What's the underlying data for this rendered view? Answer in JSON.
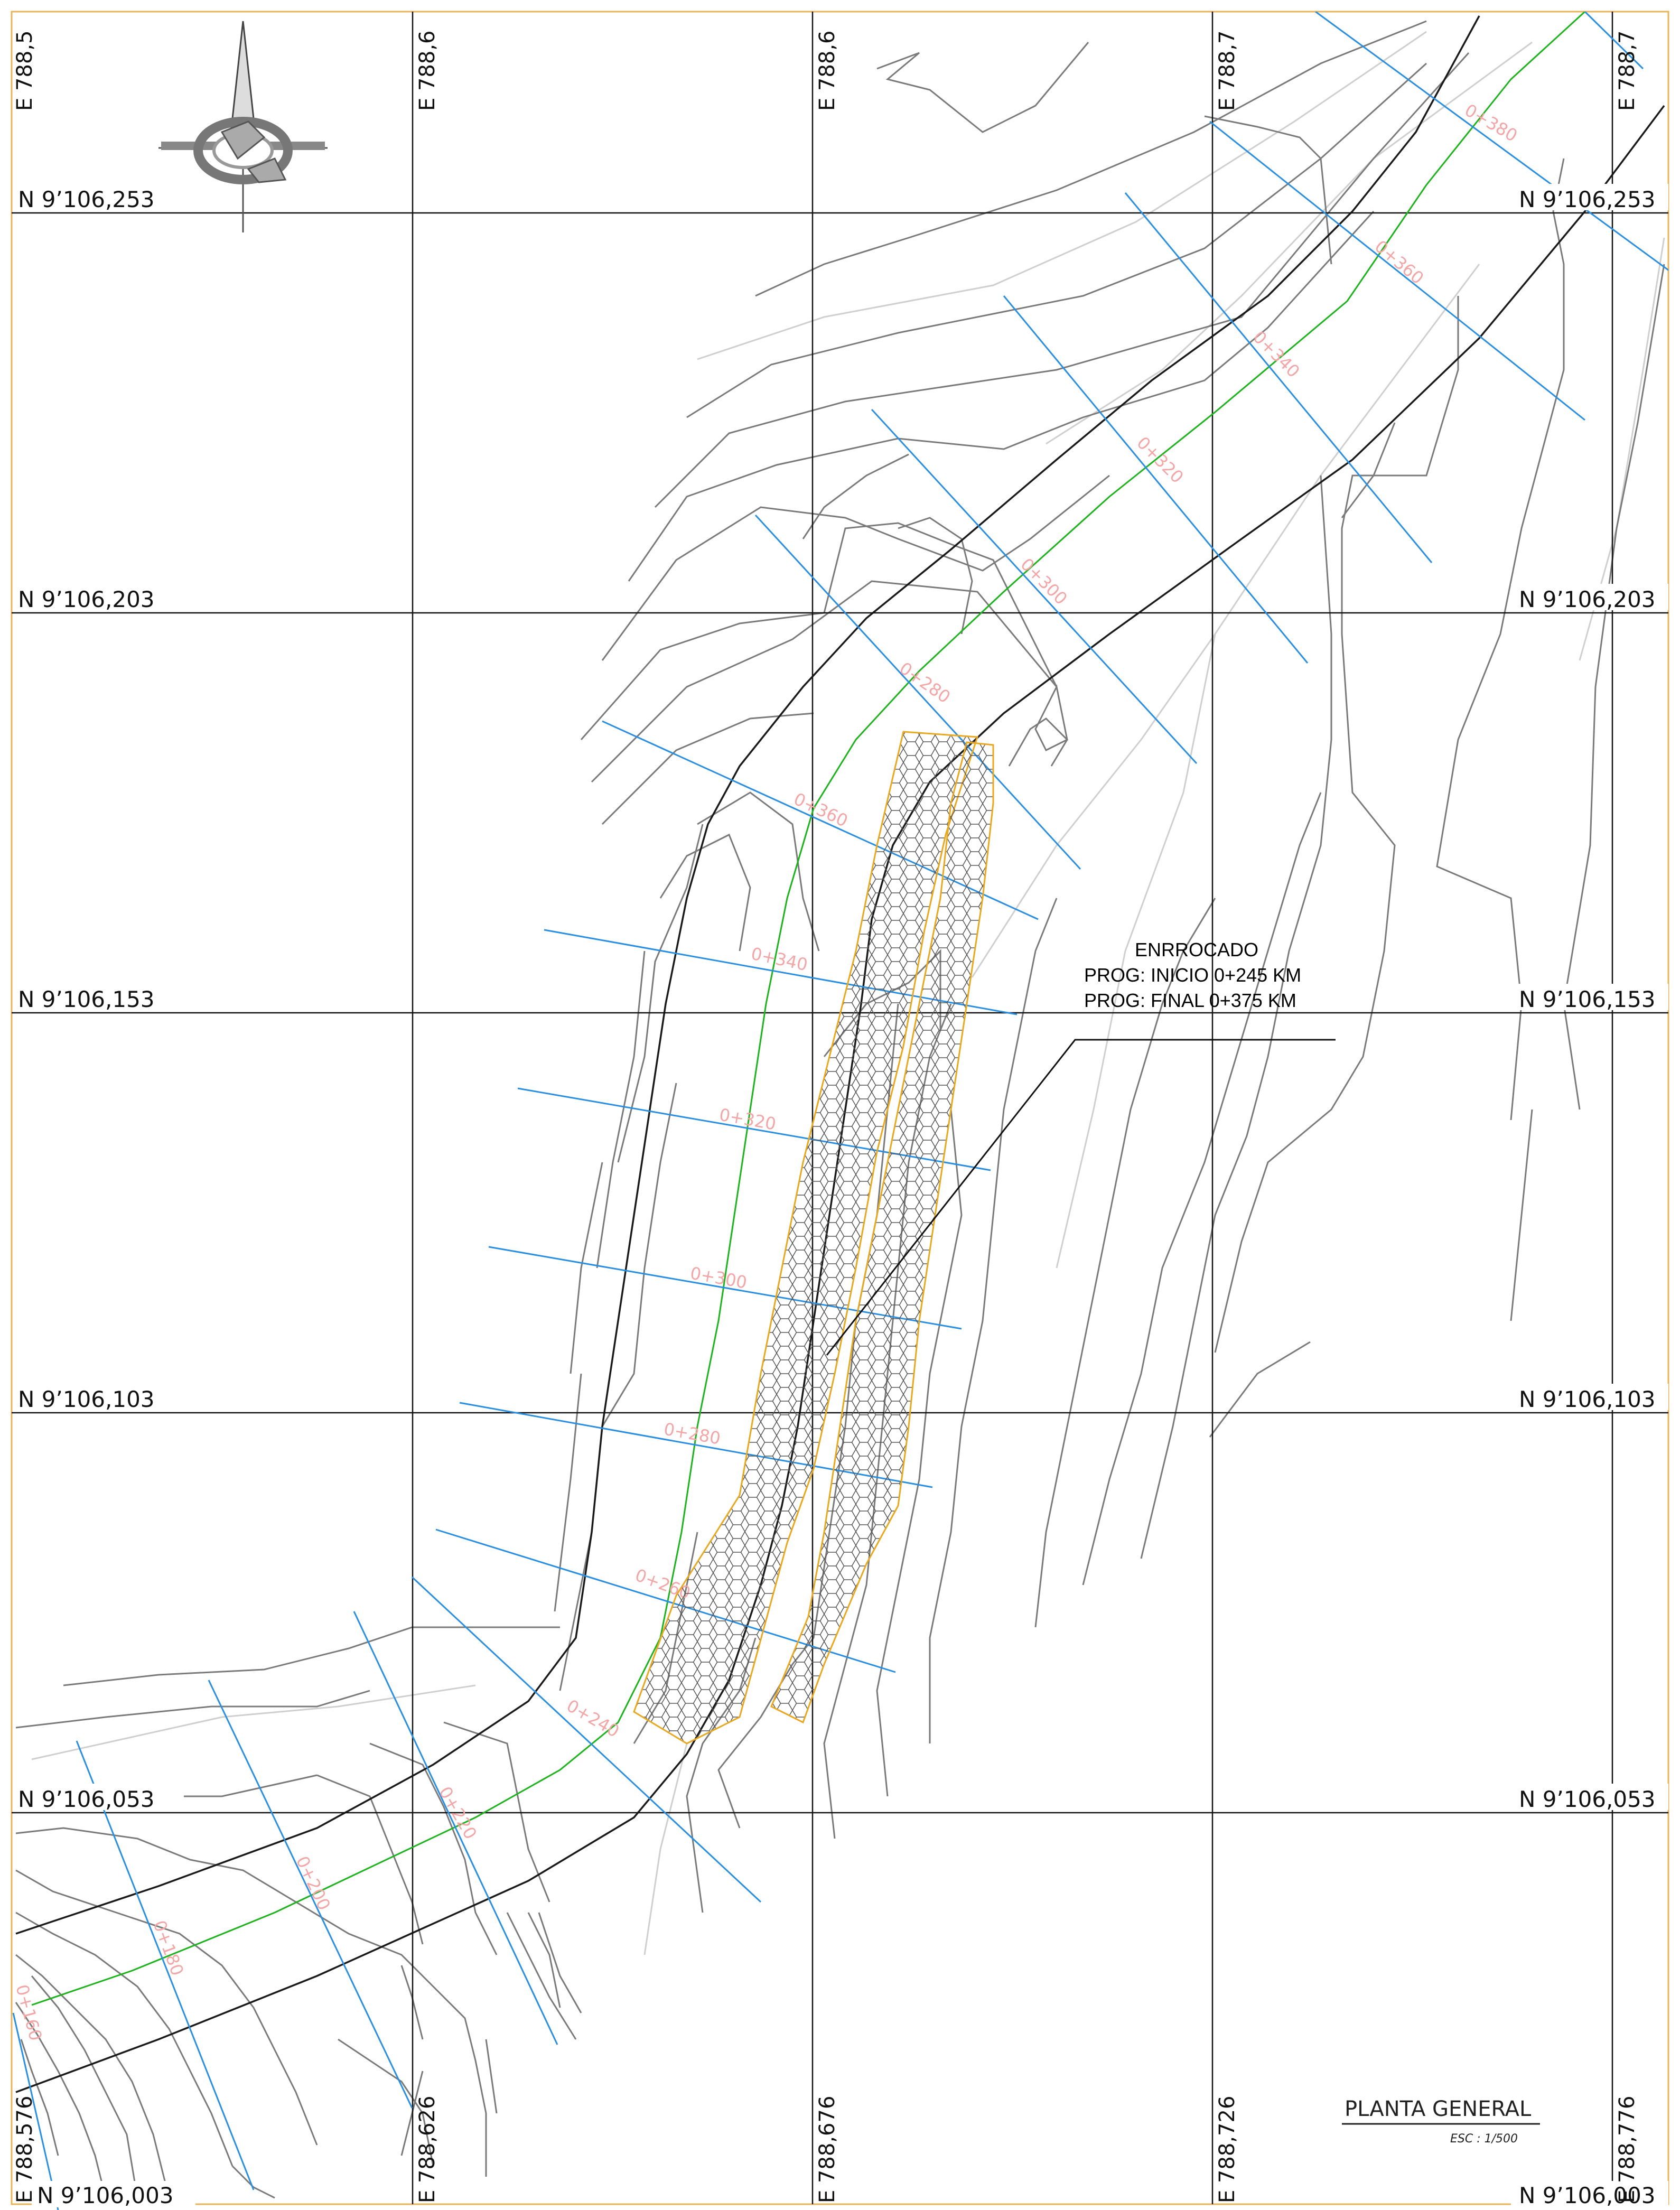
{
  "sheet": {
    "title": "PLANTA GENERAL",
    "scale": "ESC : 1/500"
  },
  "grid": {
    "northings": [
      "N  9’106,253",
      "N  9’106,203",
      "N  9’106,153",
      "N  9’106,103",
      "N  9’106,053",
      "N  9’106,003"
    ],
    "eastings_top": [
      "E  788,5",
      "E  788,6",
      "E  788,6",
      "E  788,7",
      "E  788,7"
    ],
    "eastings_bottom": [
      "E  788,576",
      "E  788,626",
      "E  788,676",
      "E  788,726",
      "E  788,776"
    ]
  },
  "note": {
    "line1": "ENRROCADO",
    "line2": "PROG: INICIO  0+245 KM",
    "line3": "PROG: FINAL  0+375 KM"
  },
  "stations": [
    "0+380",
    "0+360",
    "0+340",
    "0+320",
    "0+300",
    "0+280",
    "0+360",
    "0+340",
    "0+320",
    "0+300",
    "0+280",
    "0+260",
    "0+240",
    "0+220",
    "0+200",
    "0+180",
    "0+160"
  ],
  "colors": {
    "grid": "#000000",
    "contour": "#7a7a7a",
    "contour_light": "#cfcfcf",
    "centerline": "#1db31d",
    "sections": "#2a8fe0",
    "riprap": "#e8a820",
    "border": "#e8b45a",
    "stations": "#f4a6a6"
  },
  "icons": {
    "north_arrow": "north-arrow-icon"
  }
}
